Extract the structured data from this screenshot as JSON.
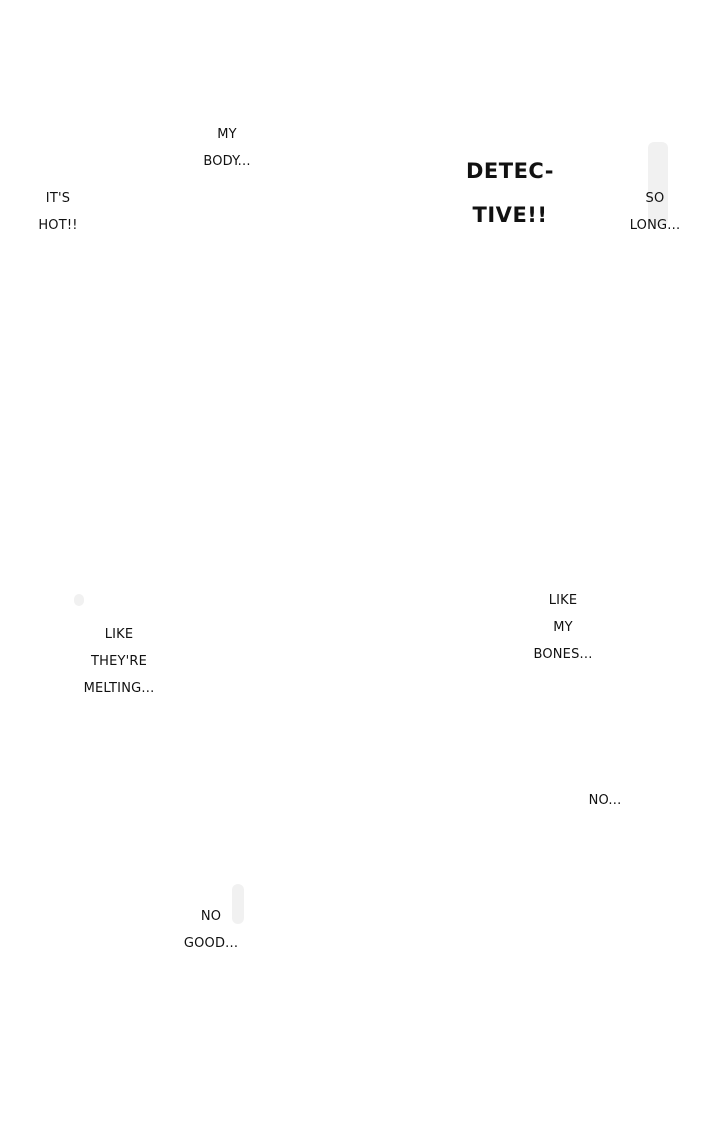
{
  "page": {
    "background_color": "#ffffff",
    "text_color": "#111111"
  },
  "captions": {
    "my_body": [
      "MY",
      "BODY..."
    ],
    "its_hot": [
      "IT'S",
      "HOT!!"
    ],
    "detective": [
      "DETEC-",
      "TIVE!!"
    ],
    "so_long": [
      "SO",
      "LONG..."
    ],
    "like_my_bones": [
      "LIKE",
      "MY",
      "BONES..."
    ],
    "like_theyre_melting": [
      "LIKE",
      "THEY'RE",
      "MELTING..."
    ],
    "no": [
      "NO..."
    ],
    "no_good": [
      "NO",
      "GOOD..."
    ]
  }
}
